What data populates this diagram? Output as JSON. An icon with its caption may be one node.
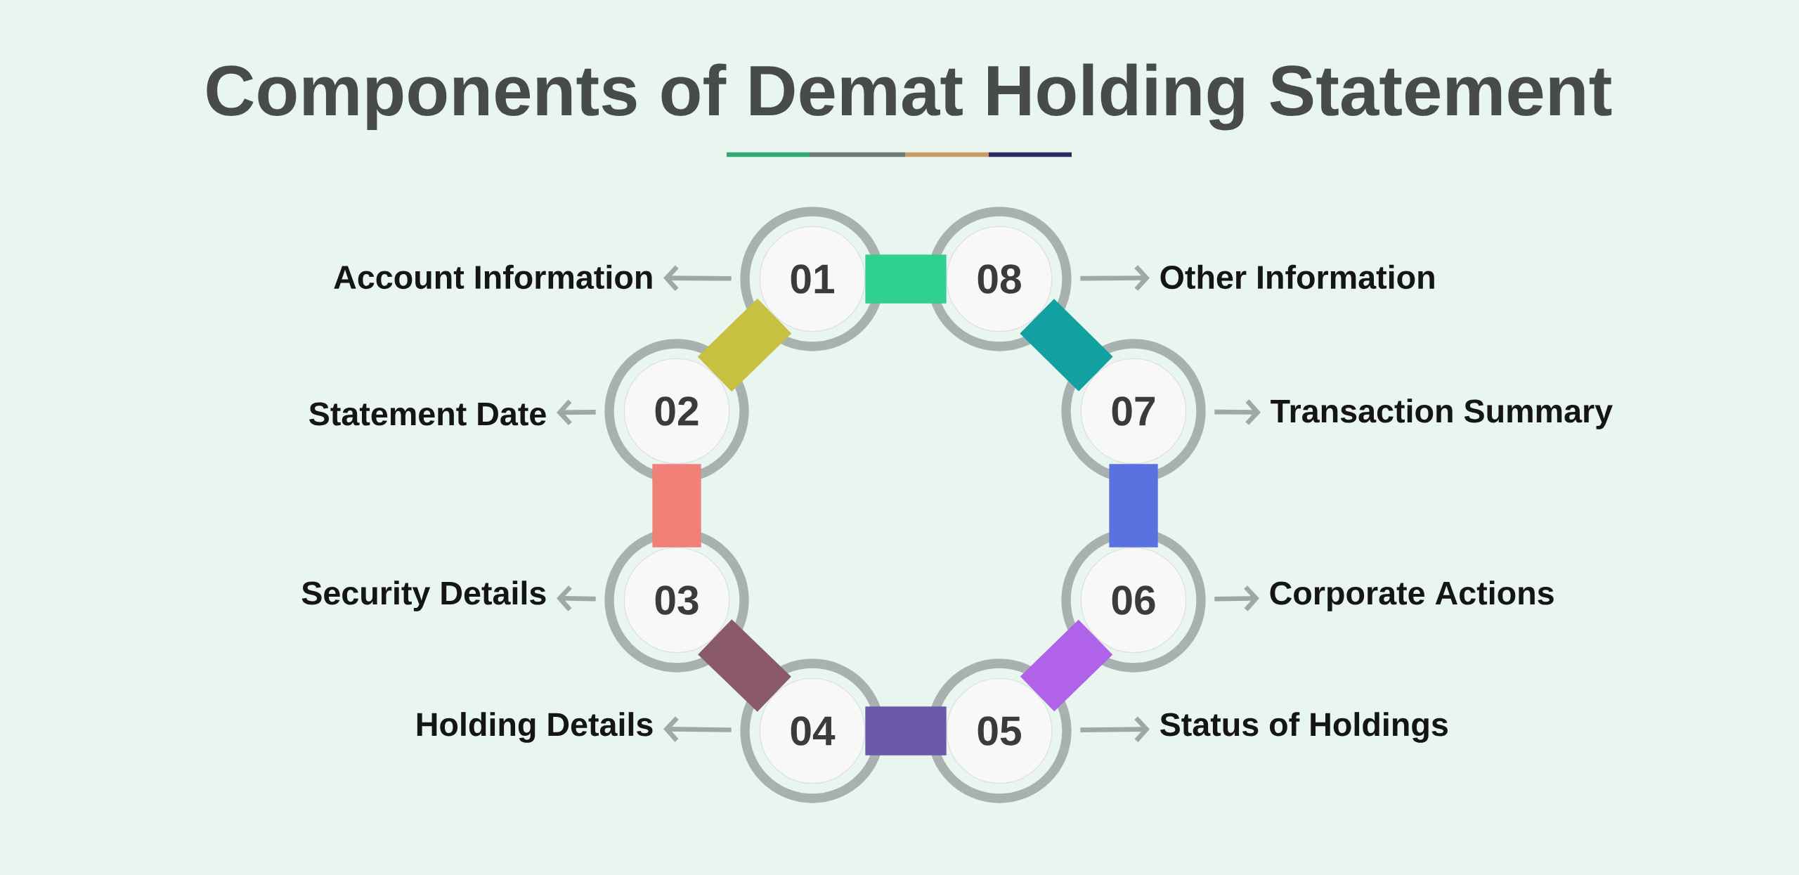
{
  "diagram": {
    "title": "Components of Demat Holding Statement",
    "nodes": [
      {
        "text": [
          "01"
        ]
      },
      {
        "text": [
          "02"
        ]
      },
      {
        "text": [
          "03"
        ]
      },
      {
        "text": [
          "04"
        ]
      },
      {
        "text": [
          "05"
        ]
      },
      {
        "text": [
          "06"
        ]
      },
      {
        "text": [
          "07"
        ]
      },
      {
        "text": [
          "08"
        ]
      },
      {
        "text": [
          "Account Information"
        ]
      },
      {
        "text": [
          "Statement Date"
        ]
      },
      {
        "text": [
          "Security Details"
        ]
      },
      {
        "text": [
          "Holding Details"
        ]
      },
      {
        "text": [
          "Status of Holdings"
        ]
      },
      {
        "text": [
          "Corporate Actions"
        ]
      },
      {
        "text": [
          "Transaction Summary"
        ]
      },
      {
        "text": [
          "Other Information"
        ]
      }
    ],
    "edges": [
      {
        "from": 0,
        "to": 8,
        "arrow": "to"
      },
      {
        "from": 1,
        "to": 9,
        "arrow": "to"
      },
      {
        "from": 2,
        "to": 10,
        "arrow": "to"
      },
      {
        "from": 3,
        "to": 11,
        "arrow": "to"
      },
      {
        "from": 4,
        "to": 12,
        "arrow": "to"
      },
      {
        "from": 5,
        "to": 13,
        "arrow": "to"
      },
      {
        "from": 6,
        "to": 14,
        "arrow": "to"
      },
      {
        "from": 7,
        "to": 15,
        "arrow": "to"
      },
      {
        "from": 0,
        "to": 1,
        "arrow": "none",
        "style": "thick",
        "color": "#c8c040"
      },
      {
        "from": 1,
        "to": 2,
        "arrow": "none",
        "style": "thick",
        "color": "#f08078"
      },
      {
        "from": 2,
        "to": 3,
        "arrow": "none",
        "style": "thick",
        "color": "#8a5a68"
      },
      {
        "from": 3,
        "to": 4,
        "arrow": "none",
        "style": "thick",
        "color": "#6a5aa8"
      },
      {
        "from": 4,
        "to": 5,
        "arrow": "none",
        "style": "thick",
        "color": "#b062e8"
      },
      {
        "from": 5,
        "to": 6,
        "arrow": "none",
        "style": "thick",
        "color": "#5a72e0"
      },
      {
        "from": 6,
        "to": 7,
        "arrow": "none",
        "style": "thick",
        "color": "#12a0a0"
      },
      {
        "from": 7,
        "to": 0,
        "arrow": "none",
        "style": "thick",
        "color": "#30d090"
      }
    ]
  }
}
